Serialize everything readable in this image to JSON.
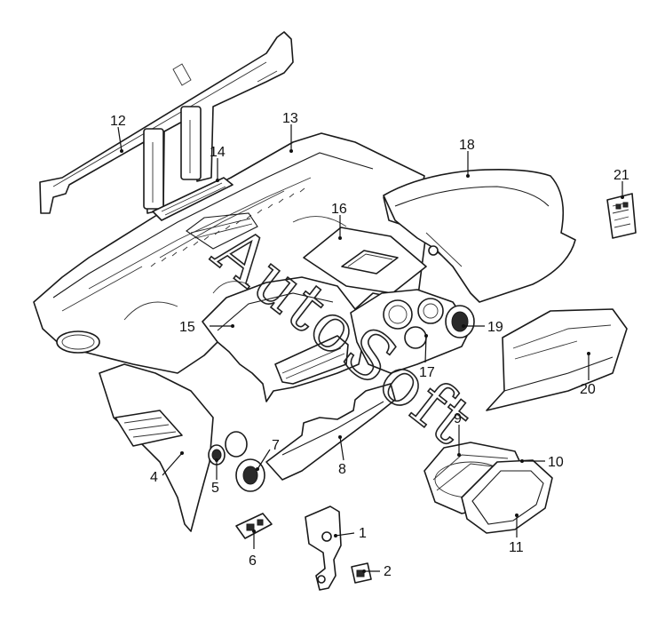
{
  "watermark": {
    "text": "AutoSoft"
  },
  "callouts": [
    {
      "number": "1"
    },
    {
      "number": "2"
    },
    {
      "number": "4"
    },
    {
      "number": "5"
    },
    {
      "number": "6"
    },
    {
      "number": "7"
    },
    {
      "number": "8"
    },
    {
      "number": "9"
    },
    {
      "number": "10"
    },
    {
      "number": "11"
    },
    {
      "number": "12"
    },
    {
      "number": "13"
    },
    {
      "number": "14"
    },
    {
      "number": "15"
    },
    {
      "number": "16"
    },
    {
      "number": "17"
    },
    {
      "number": "18"
    },
    {
      "number": "19"
    },
    {
      "number": "20"
    },
    {
      "number": "21"
    }
  ]
}
